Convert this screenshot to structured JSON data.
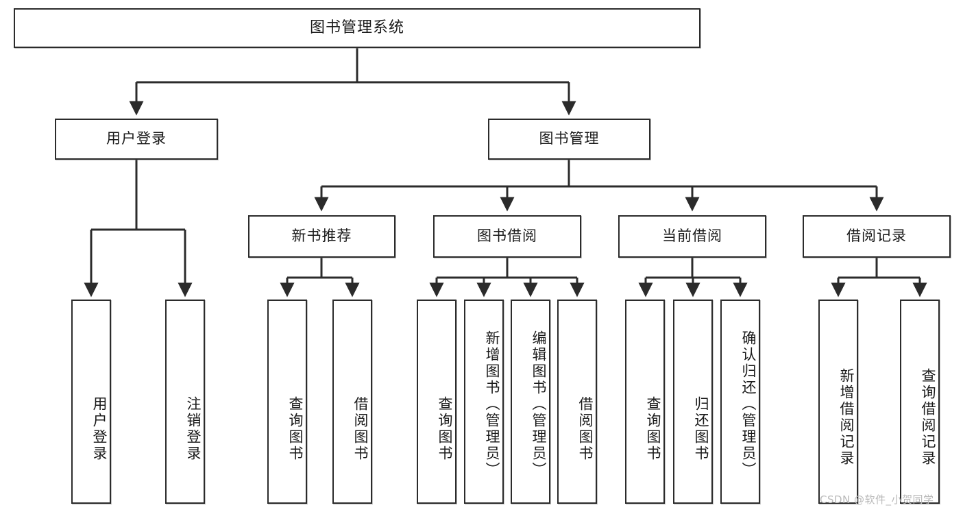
{
  "diagram": {
    "title": "图书管理系统",
    "type": "tree-hierarchy-diagram",
    "colors": {
      "box_border": "#2b2b2b",
      "box_fill": "#ffffff",
      "edge": "#2b2b2b",
      "background": "#ffffff",
      "watermark": "#b9b9b9"
    },
    "root": {
      "label": "图书管理系统"
    },
    "level1": [
      {
        "label": "用户登录"
      },
      {
        "label": "图书管理"
      }
    ],
    "level2": [
      {
        "label": "新书推荐"
      },
      {
        "label": "图书借阅"
      },
      {
        "label": "当前借阅"
      },
      {
        "label": "借阅记录"
      }
    ],
    "leaves": {
      "user_login": [
        {
          "label": "用户登录"
        },
        {
          "label": "注销登录"
        }
      ],
      "new_book_recommend": [
        {
          "label": "查询图书"
        },
        {
          "label": "借阅图书"
        }
      ],
      "book_borrow": [
        {
          "label": "查询图书"
        },
        {
          "label": "新增图书（管理员）"
        },
        {
          "label": "编辑图书（管理员）"
        },
        {
          "label": "借阅图书"
        }
      ],
      "current_borrow": [
        {
          "label": "查询图书"
        },
        {
          "label": "归还图书"
        },
        {
          "label": "确认归还（管理员）"
        }
      ],
      "borrow_records": [
        {
          "label": "新增借阅记录"
        },
        {
          "label": "查询借阅记录"
        }
      ]
    }
  },
  "watermark": {
    "text": "CSDN @软件_小贺同学"
  }
}
